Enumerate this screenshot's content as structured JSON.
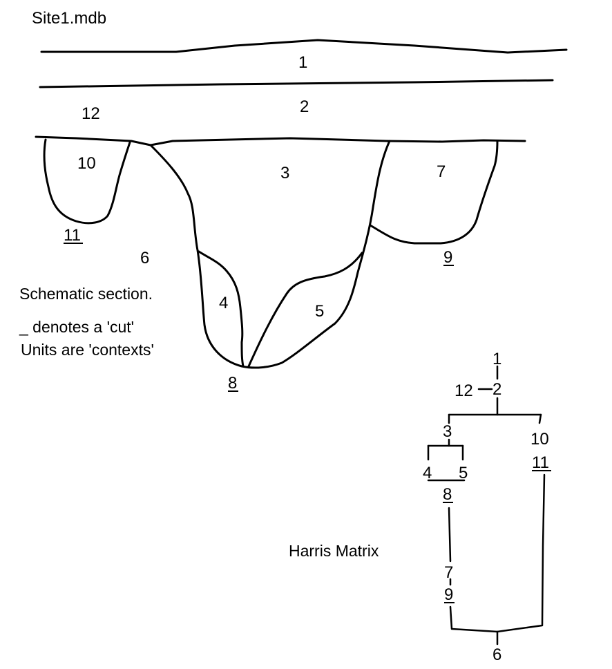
{
  "file_name": "Site1.mdb",
  "notes": {
    "line1": "Schematic section.",
    "line2": "_ denotes a 'cut'",
    "line3": "Units are 'contexts'"
  },
  "matrix_title": "Harris Matrix",
  "section_labels": {
    "c1": "1",
    "c2": "2",
    "c3": "3",
    "c4": "4",
    "c5": "5",
    "c6": "6",
    "c7": "7",
    "c8": "8",
    "c9": "9",
    "c10": "10",
    "c11": "11",
    "c12": "12"
  },
  "matrix_labels": {
    "m1": "1",
    "m2": "2",
    "m12": "12",
    "m3": "3",
    "m10": "10",
    "m11": "11",
    "m4": "4",
    "m5": "5",
    "m8": "8",
    "m7": "7",
    "m9": "9",
    "m6": "6"
  }
}
